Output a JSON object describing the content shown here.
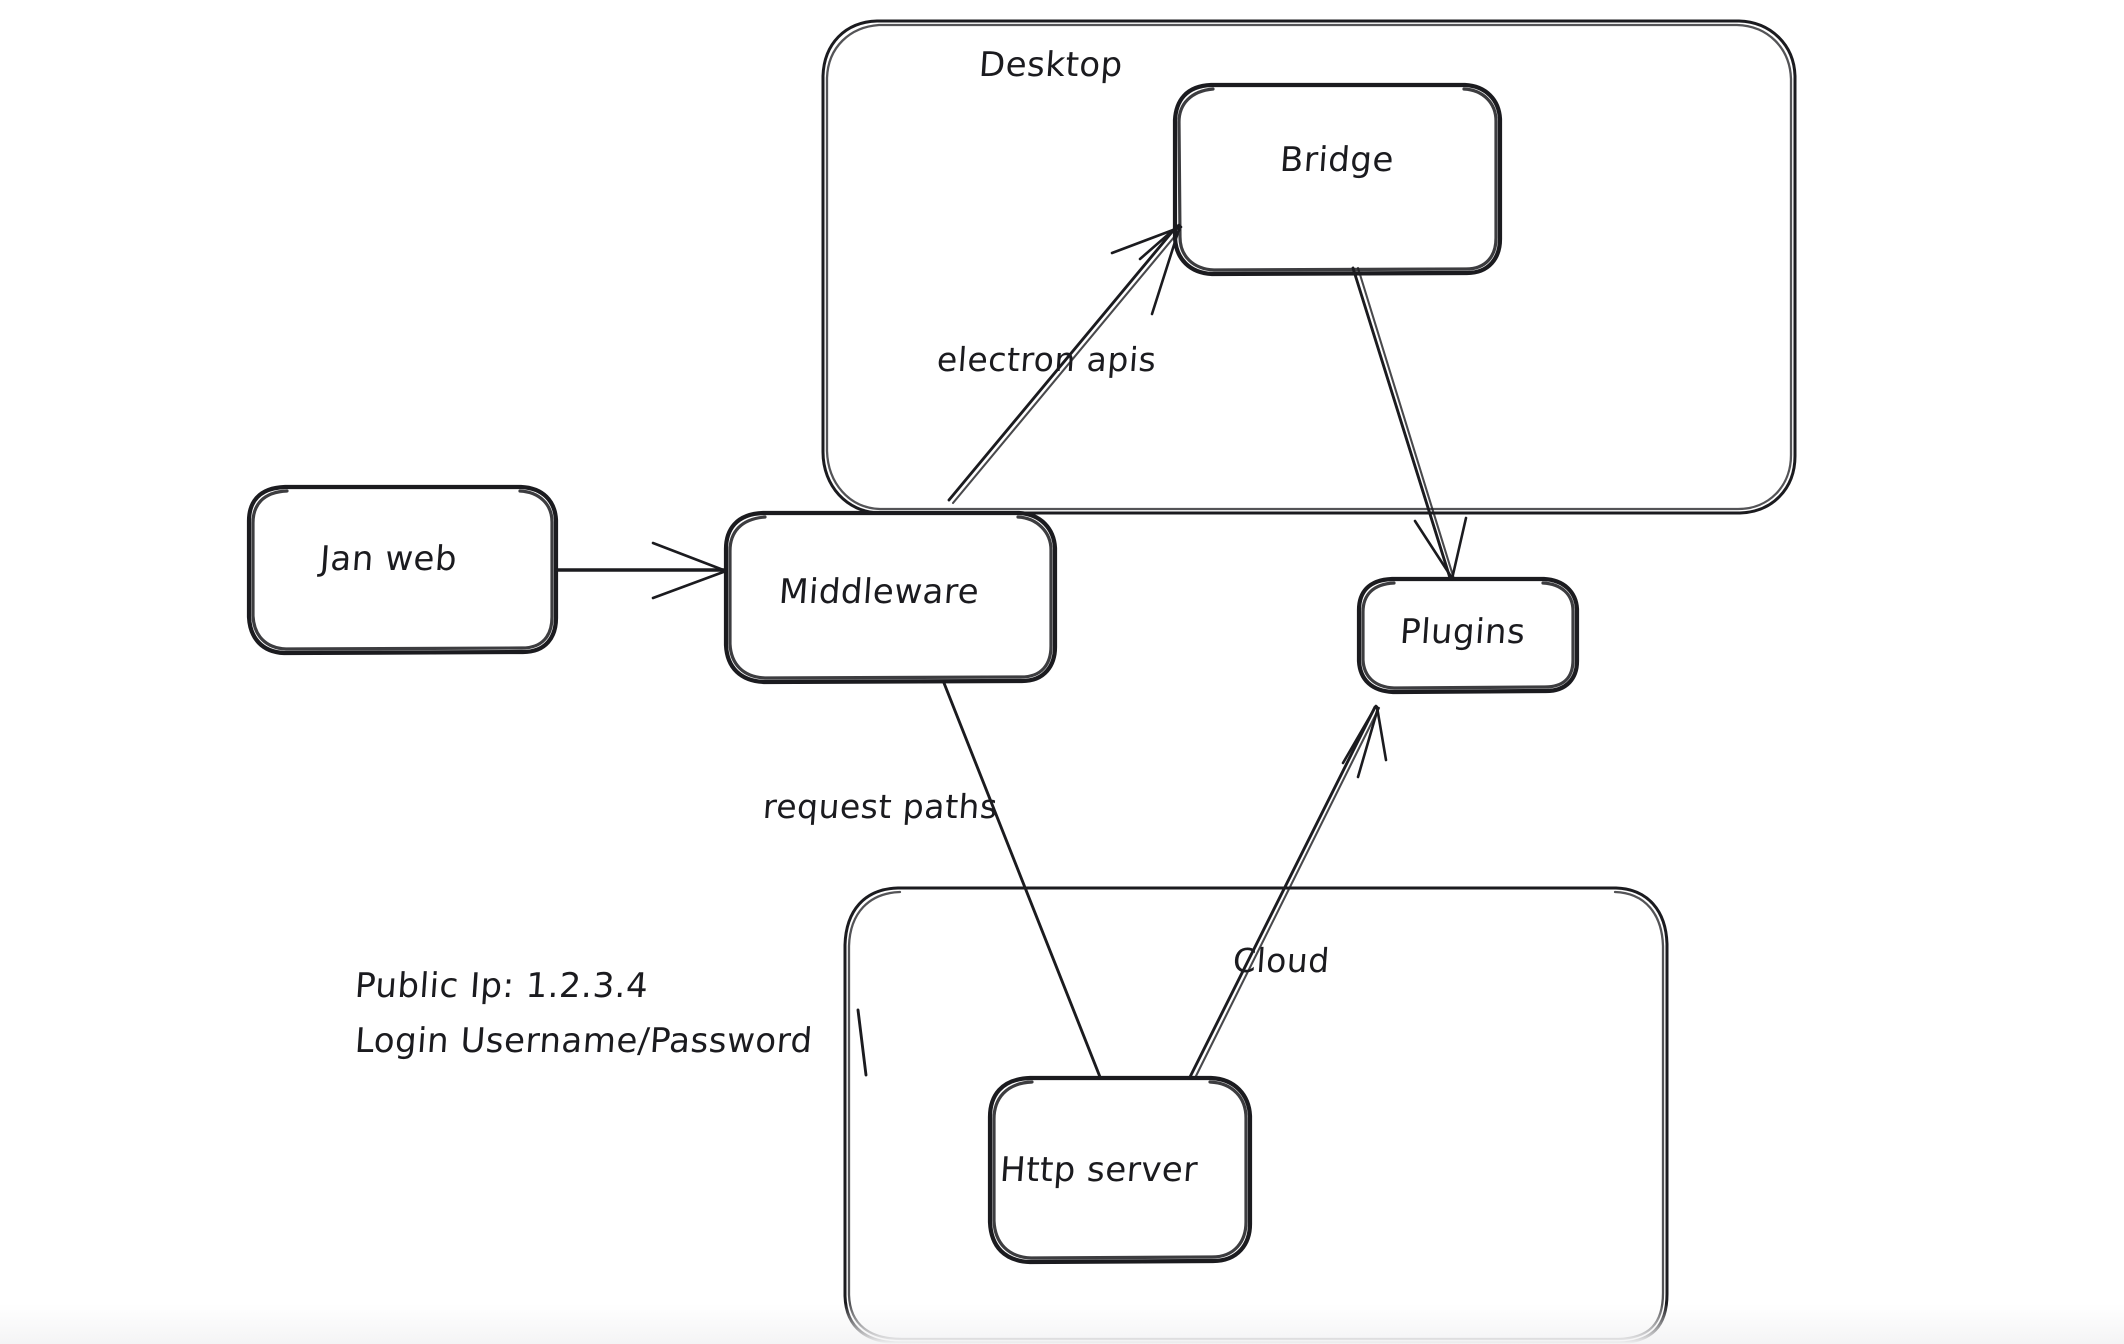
{
  "diagram": {
    "title": "Jan architecture sketch",
    "style": "hand-drawn whiteboard sketch",
    "stroke_color": "#1b1b1f",
    "background_color": "#ffffff"
  },
  "containers": [
    {
      "id": "desktop",
      "label": "Desktop"
    },
    {
      "id": "cloud",
      "label": ""
    }
  ],
  "nodes": [
    {
      "id": "jan-web",
      "label": "Jan web"
    },
    {
      "id": "middleware",
      "label": "Middleware"
    },
    {
      "id": "bridge",
      "label": "Bridge"
    },
    {
      "id": "plugins",
      "label": "Plugins"
    },
    {
      "id": "http-server",
      "label": "Http server"
    }
  ],
  "edge_labels": [
    {
      "id": "electron-apis",
      "label": "electron apis"
    },
    {
      "id": "request-paths",
      "label": "request paths"
    },
    {
      "id": "cloud",
      "label": "Cloud"
    }
  ],
  "notes": {
    "public_ip_line": "Public Ip: 1.2.3.4",
    "login_line": "Login Username/Password"
  }
}
